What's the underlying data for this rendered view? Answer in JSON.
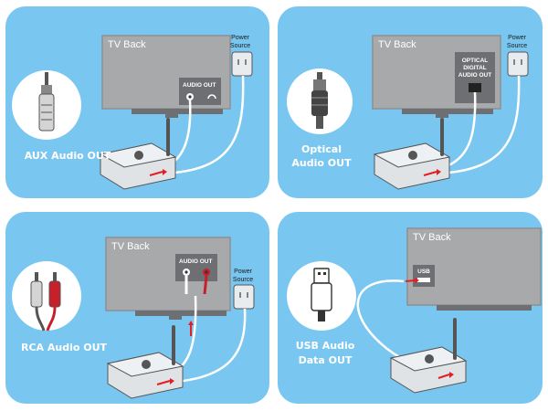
{
  "colors": {
    "panel_bg": "#79c7f0",
    "tv_body": "#a7a9ab",
    "tv_frame": "#8d8f92",
    "device": "#dfe3e6",
    "cable": "#ffffff",
    "cable_outline": "#555555",
    "arrow": "#e31e24",
    "rca_red": "#c8202a"
  },
  "panels": [
    {
      "source_label_lines": [
        "AUX Audio  OUT"
      ],
      "tv_label": "TV Back",
      "port_label": "AUDIO OUT",
      "power_label_lines": [
        "Power",
        "Source"
      ],
      "connector_icon": "aux-jack-icon"
    },
    {
      "source_label_lines": [
        "Optical",
        "Audio OUT"
      ],
      "tv_label": "TV Back",
      "port_label_lines": [
        "OPTICAL",
        "DIGITAL",
        "AUDIO OUT"
      ],
      "power_label_lines": [
        "Power",
        "Source"
      ],
      "connector_icon": "optical-plug-icon"
    },
    {
      "source_label_lines": [
        "RCA Audio OUT"
      ],
      "tv_label": "TV Back",
      "port_label": "AUDIO OUT",
      "power_label_lines": [
        "Power",
        "Source"
      ],
      "connector_icon": "rca-plugs-icon"
    },
    {
      "source_label_lines": [
        "USB Audio",
        "Data OUT"
      ],
      "tv_label": "TV Back",
      "port_label": "USB",
      "connector_icon": "usb-plug-icon"
    }
  ]
}
